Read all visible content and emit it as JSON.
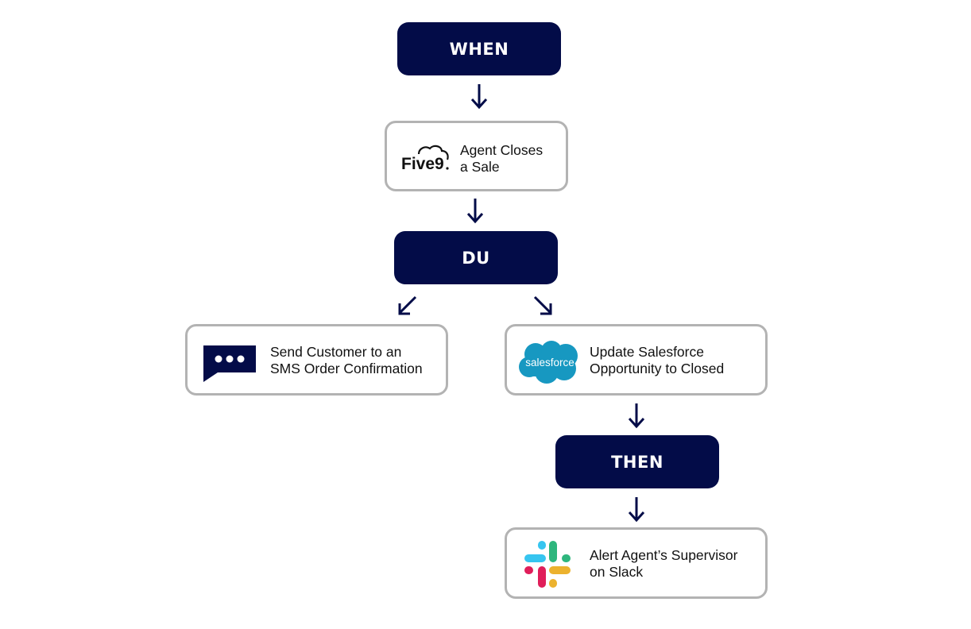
{
  "nodes": {
    "when": {
      "label": "WHEN"
    },
    "trigger": {
      "line1": "Agent Closes",
      "line2": "a Sale",
      "logo": "five9-logo"
    },
    "du": {
      "label": "DU"
    },
    "sms": {
      "line1": "Send Customer to an",
      "line2": "SMS Order Confirmation",
      "logo": "chat-bubble-icon"
    },
    "salesforce": {
      "line1": "Update Salesforce",
      "line2": "Opportunity to Closed",
      "logo": "salesforce-logo",
      "logo_text": "salesforce"
    },
    "then": {
      "label": "THEN"
    },
    "slack": {
      "line1": "Alert Agent’s Supervisor",
      "line2": "on Slack",
      "logo": "slack-logo"
    }
  },
  "five9": {
    "text": "Five9"
  },
  "colors": {
    "navy": "#030c48",
    "border": "#b3b3b3",
    "salesforce": "#1798c1",
    "slack_blue": "#36c5f0",
    "slack_green": "#2eb67d",
    "slack_red": "#e01e5a",
    "slack_yellow": "#ecb22e"
  }
}
